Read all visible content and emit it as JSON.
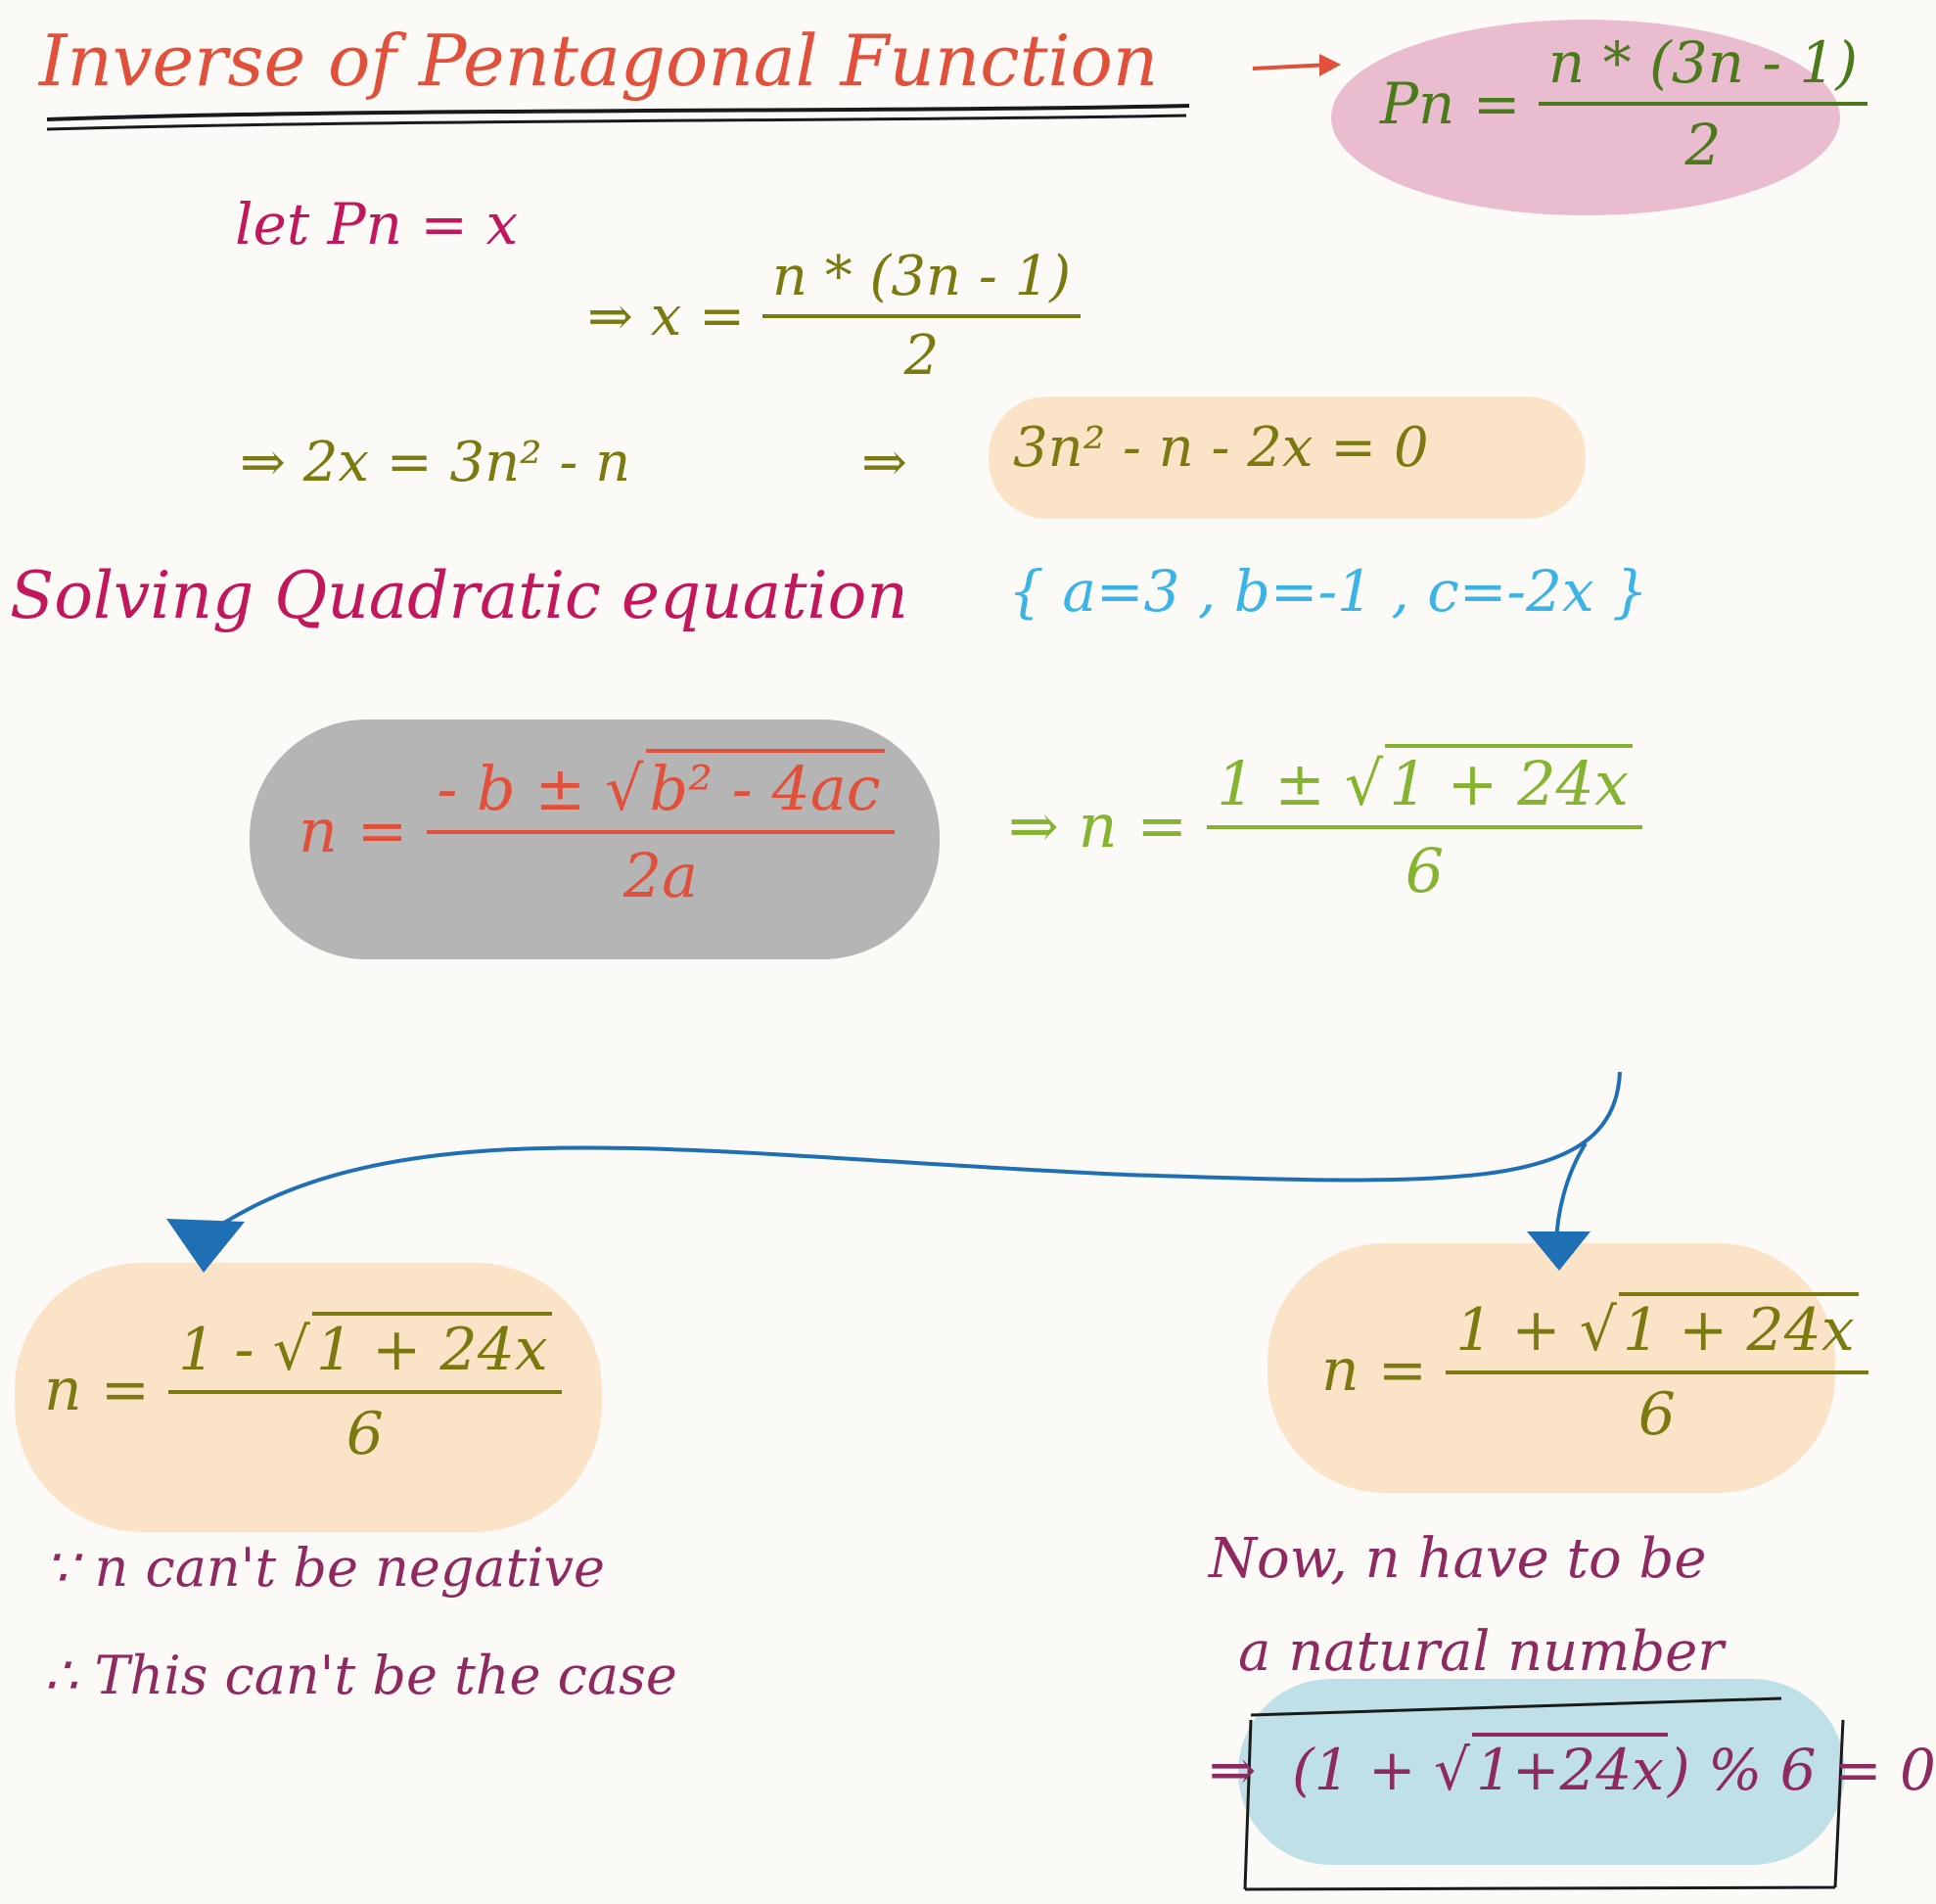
{
  "title": "Inverse of Pentagonal Function",
  "formula": {
    "lhs": "Pn =",
    "num": "n * (3n - 1)",
    "den": "2"
  },
  "step1": "let Pn = x",
  "step2": {
    "lhs": "⇒ x =",
    "num": "n * (3n - 1)",
    "den": "2"
  },
  "step3": "⇒ 2x = 3n² - n",
  "step3_arrow": "⇒",
  "step4": "3n² - n - 2x = 0",
  "solving": "Solving Quadratic equation",
  "coefficients": "{ a=3 , b=-1 , c=-2x }",
  "quadratic": {
    "lhs": "n =",
    "num_pre": "- b ±",
    "num_rad": "b² - 4ac",
    "den": "2a"
  },
  "result": {
    "lhs": "⇒ n =",
    "num_pre": "1 ±",
    "num_rad": "1 + 24x",
    "den": "6"
  },
  "left_case": {
    "lhs": "n =",
    "num_pre": "1 -",
    "num_rad": "1 + 24x",
    "den": "6"
  },
  "right_case": {
    "lhs": "n =",
    "num_pre": "1 +",
    "num_rad": "1 + 24x",
    "den": "6"
  },
  "left_note1": "∵ n can't be negative",
  "left_note2": "∴ This can't be the case",
  "right_note1": "Now, n have to be",
  "right_note2": "a natural number",
  "condition": {
    "arrow": "⇒",
    "pre": "(1 +",
    "rad": "1+24x",
    "post": ") % 6 = 0"
  },
  "colors": {
    "title": "#e0503a",
    "magenta": "#c2185b",
    "olive": "#7a7a10",
    "green": "#86b431",
    "blue": "#3bb3e6",
    "plum": "#8e2a5f",
    "arrow": "#1f6fb5",
    "pink_bg": "#e9bcd0",
    "peach_bg": "#fbe3c8",
    "gray_bg": "#b5b5b5",
    "teal_bg": "#bfe0e6"
  }
}
